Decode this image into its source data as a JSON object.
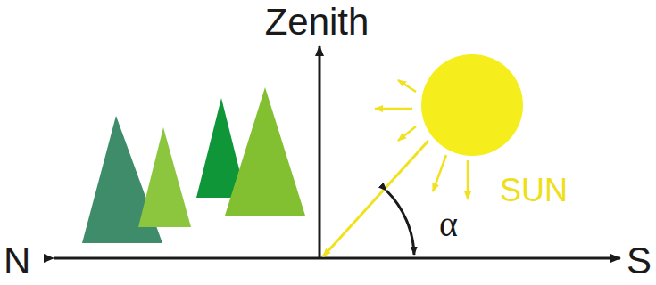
{
  "diagram": {
    "labels": [
      "Zenith",
      "N",
      "S",
      "SUN",
      "α"
    ]
  }
}
